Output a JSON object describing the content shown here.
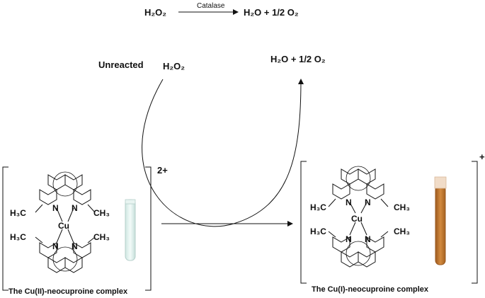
{
  "top_reaction": {
    "reactant": "H₂O₂",
    "enzyme": "Catalase",
    "product": "H₂O + 1/2 O₂"
  },
  "cycle": {
    "unreacted_label": "Unreacted",
    "unreacted_species": "H₂O₂",
    "product": "H₂O + 1/2 O₂"
  },
  "left_complex": {
    "charge": "2+",
    "metal": "Cu",
    "methyls": [
      "H₃C",
      "CH₃",
      "H₃C",
      "CH₃"
    ],
    "nitrogen": "N",
    "caption": "The Cu(II)-neocuproine complex"
  },
  "right_complex": {
    "charge": "+",
    "metal": "Cu",
    "methyls": [
      "H₃C",
      "CH₃",
      "H₃C",
      "CH₃"
    ],
    "nitrogen": "N",
    "caption": "The Cu(I)-neocuproine complex"
  },
  "colors": {
    "ink": "#111111",
    "tube_left_liquid": "#e3f2ef",
    "tube_right_liquid": "#c77a2e",
    "tube_right_cap": "#f1dcc8"
  }
}
